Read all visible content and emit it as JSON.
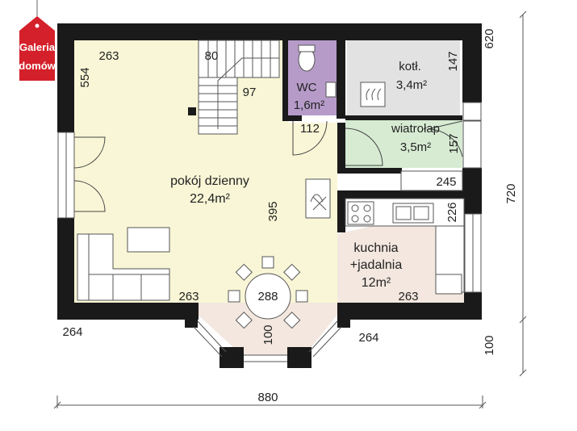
{
  "logo": {
    "line1": "Galeria",
    "line2": "domów",
    "color": "#d4202a"
  },
  "colors": {
    "wall": "#1a1a1a",
    "living": "#f8f6d6",
    "wc": "#b69bc9",
    "boiler": "#e2e2e2",
    "vestibule": "#d6ebd2",
    "kitchen": "#f3e7df",
    "line": "#555555"
  },
  "rooms": {
    "living": {
      "name": "pokój dzienny",
      "area": "22,4m²"
    },
    "wc": {
      "name": "WC",
      "area": "1,6m²"
    },
    "boiler": {
      "name": "kotł.",
      "area": "3,4m²"
    },
    "vestibule": {
      "name": "wiatrołap",
      "area": "3,5m²"
    },
    "kitchen": {
      "name1": "kuchnia",
      "name2": "+jadalnia",
      "area": "12m²"
    }
  },
  "dims": {
    "d263_top": "263",
    "d554": "554",
    "d80": "80",
    "d97": "97",
    "d112": "112",
    "d147": "147",
    "d620": "620",
    "d157": "157",
    "d245": "245",
    "d395": "395",
    "d226": "226",
    "d720": "720",
    "d288": "288",
    "d263_living": "263",
    "d263_kitchen": "263",
    "d264_left": "264",
    "d264_right": "264",
    "d100_bay": "100",
    "d100_right": "100",
    "d880": "880"
  }
}
